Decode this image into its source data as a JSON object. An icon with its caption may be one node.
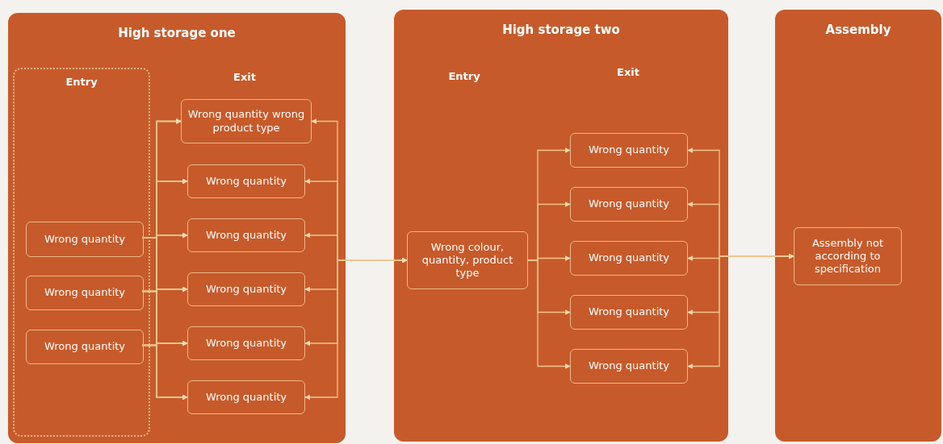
{
  "diagram": {
    "nodes": [
      {
        "text": [
          "High storage one"
        ]
      },
      {
        "text": [
          "Entry"
        ],
        "in": 0
      },
      {
        "text": [
          "Wrong quantity"
        ],
        "in": 1
      },
      {
        "text": [
          "Wrong quantity"
        ],
        "in": 1
      },
      {
        "text": [
          "Wrong quantity"
        ],
        "in": 1
      },
      {
        "text": [
          "Wrong quantity wrong product type"
        ],
        "in": 0
      },
      {
        "text": [
          "Wrong quantity"
        ],
        "in": 0
      },
      {
        "text": [
          "Wrong quantity"
        ],
        "in": 0
      },
      {
        "text": [
          "Wrong quantity"
        ],
        "in": 0
      },
      {
        "text": [
          "Wrong quantity"
        ],
        "in": 0
      },
      {
        "text": [
          "Wrong quantity"
        ],
        "in": 0
      },
      {
        "text": [
          "High storage two"
        ]
      },
      {
        "text": [
          "Wrong colour, quantity, product type"
        ],
        "in": 11
      },
      {
        "text": [
          "Wrong quantity"
        ],
        "in": 11
      },
      {
        "text": [
          "Wrong quantity"
        ],
        "in": 11
      },
      {
        "text": [
          "Wrong quantity"
        ],
        "in": 11
      },
      {
        "text": [
          "Wrong quantity"
        ],
        "in": 11
      },
      {
        "text": [
          "Wrong quantity"
        ],
        "in": 11
      },
      {
        "text": [
          "Assembly"
        ]
      },
      {
        "text": [
          "Assembly not according to specification"
        ],
        "in": 18
      }
    ],
    "edges": [
      {
        "from": 2,
        "to": 5,
        "arrow": "to"
      },
      {
        "from": 2,
        "to": 6,
        "arrow": "to"
      },
      {
        "from": 2,
        "to": 7,
        "arrow": "to"
      },
      {
        "from": 2,
        "to": 8,
        "arrow": "to"
      },
      {
        "from": 2,
        "to": 9,
        "arrow": "to"
      },
      {
        "from": 2,
        "to": 10,
        "arrow": "to"
      },
      {
        "from": 3,
        "to": 5,
        "arrow": "to"
      },
      {
        "from": 3,
        "to": 6,
        "arrow": "to"
      },
      {
        "from": 3,
        "to": 7,
        "arrow": "to"
      },
      {
        "from": 3,
        "to": 8,
        "arrow": "to"
      },
      {
        "from": 3,
        "to": 9,
        "arrow": "to"
      },
      {
        "from": 3,
        "to": 10,
        "arrow": "to"
      },
      {
        "from": 4,
        "to": 5,
        "arrow": "to"
      },
      {
        "from": 4,
        "to": 6,
        "arrow": "to"
      },
      {
        "from": 4,
        "to": 7,
        "arrow": "to"
      },
      {
        "from": 4,
        "to": 8,
        "arrow": "to"
      },
      {
        "from": 4,
        "to": 9,
        "arrow": "to"
      },
      {
        "from": 4,
        "to": 10,
        "arrow": "to"
      },
      {
        "from": 5,
        "to": 12,
        "arrow": "both"
      },
      {
        "from": 6,
        "to": 12,
        "arrow": "both"
      },
      {
        "from": 7,
        "to": 12,
        "arrow": "both"
      },
      {
        "from": 8,
        "to": 12,
        "arrow": "both"
      },
      {
        "from": 9,
        "to": 12,
        "arrow": "both"
      },
      {
        "from": 10,
        "to": 12,
        "arrow": "both"
      },
      {
        "from": 12,
        "to": 13,
        "arrow": "to"
      },
      {
        "from": 12,
        "to": 14,
        "arrow": "to"
      },
      {
        "from": 12,
        "to": 15,
        "arrow": "to"
      },
      {
        "from": 12,
        "to": 16,
        "arrow": "to"
      },
      {
        "from": 12,
        "to": 17,
        "arrow": "to"
      },
      {
        "from": 13,
        "to": 19,
        "arrow": "both"
      },
      {
        "from": 14,
        "to": 19,
        "arrow": "both"
      },
      {
        "from": 15,
        "to": 19,
        "arrow": "both"
      },
      {
        "from": 16,
        "to": 19,
        "arrow": "both"
      },
      {
        "from": 17,
        "to": 19,
        "arrow": "both"
      }
    ],
    "labels": [
      "Exit",
      "Entry",
      "Exit"
    ]
  }
}
